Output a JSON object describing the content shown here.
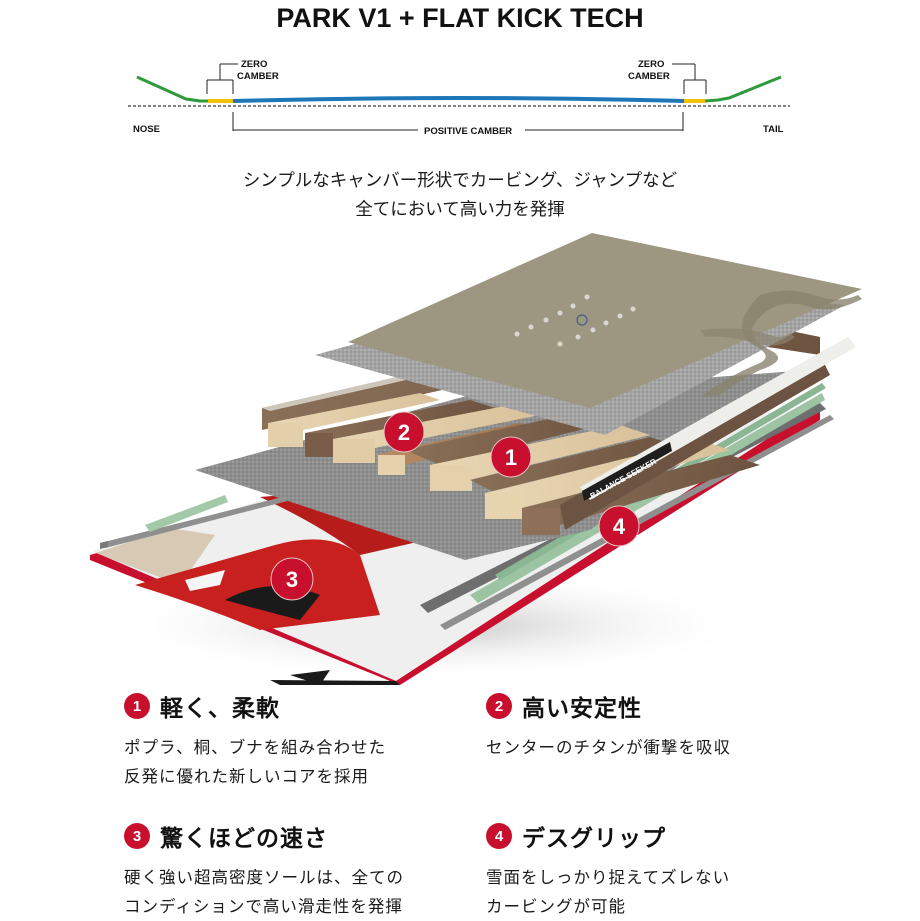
{
  "header": {
    "title": "PARK V1 + FLAT KICK TECH"
  },
  "camber_profile": {
    "labels": {
      "zero_camber_left": [
        "ZERO",
        "CAMBER"
      ],
      "zero_camber_right": [
        "ZERO",
        "CAMBER"
      ],
      "positive_camber": "POSITIVE CAMBER",
      "nose": "NOSE",
      "tail": "TAIL"
    },
    "colors": {
      "rocker": "#2f9a3c",
      "zero_camber": "#f2c200",
      "positive_camber": "#1f77b8"
    }
  },
  "tagline": {
    "lines": [
      "シンプルなキャンバー形状でカービング、ジャンプなど",
      "全てにおいて高い力を発揮"
    ]
  },
  "illustration": {
    "sidewall_label": "BALANCE SEEKER",
    "badges": [
      "1",
      "2",
      "3",
      "4"
    ],
    "accent_color": "#c8102e"
  },
  "features": [
    {
      "number": "1",
      "heading": "軽く、柔軟",
      "lines": [
        "ポプラ、桐、ブナを組み合わせた",
        "反発に優れた新しいコアを採用"
      ]
    },
    {
      "number": "2",
      "heading": "高い安定性",
      "lines": [
        "センターのチタンが衝撃を吸収"
      ]
    },
    {
      "number": "3",
      "heading": "驚くほどの速さ",
      "lines": [
        "硬く強い超高密度ソールは、全ての",
        "コンディションで高い滑走性を発揮"
      ]
    },
    {
      "number": "4",
      "heading": "デスグリップ",
      "lines": [
        "雪面をしっかり捉えてズレない",
        "カービングが可能"
      ]
    }
  ]
}
